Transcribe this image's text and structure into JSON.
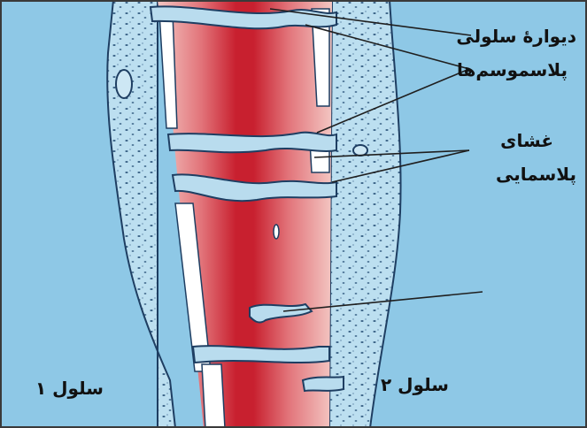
{
  "labels": {
    "cell_wall": "دیوارهٔ سلولی",
    "plasmodesmata": "پلاسموسم‌ها",
    "plasma_membrane_line1": "غشای",
    "plasma_membrane_line2": "پلاسمایی",
    "cell_1": "سلول ۱",
    "cell_2": "سلول ۲"
  },
  "colors": {
    "background": "#8ec8e6",
    "cytoplasm": "#b9dcee",
    "cell_wall_outer": "#f1c1be",
    "cell_wall_inner": "#dc5a63",
    "middle_lamella": "#c4182b",
    "pit_white": "#ffffff",
    "outline": "#1e3e62",
    "leader_line": "#1f1f1f"
  }
}
